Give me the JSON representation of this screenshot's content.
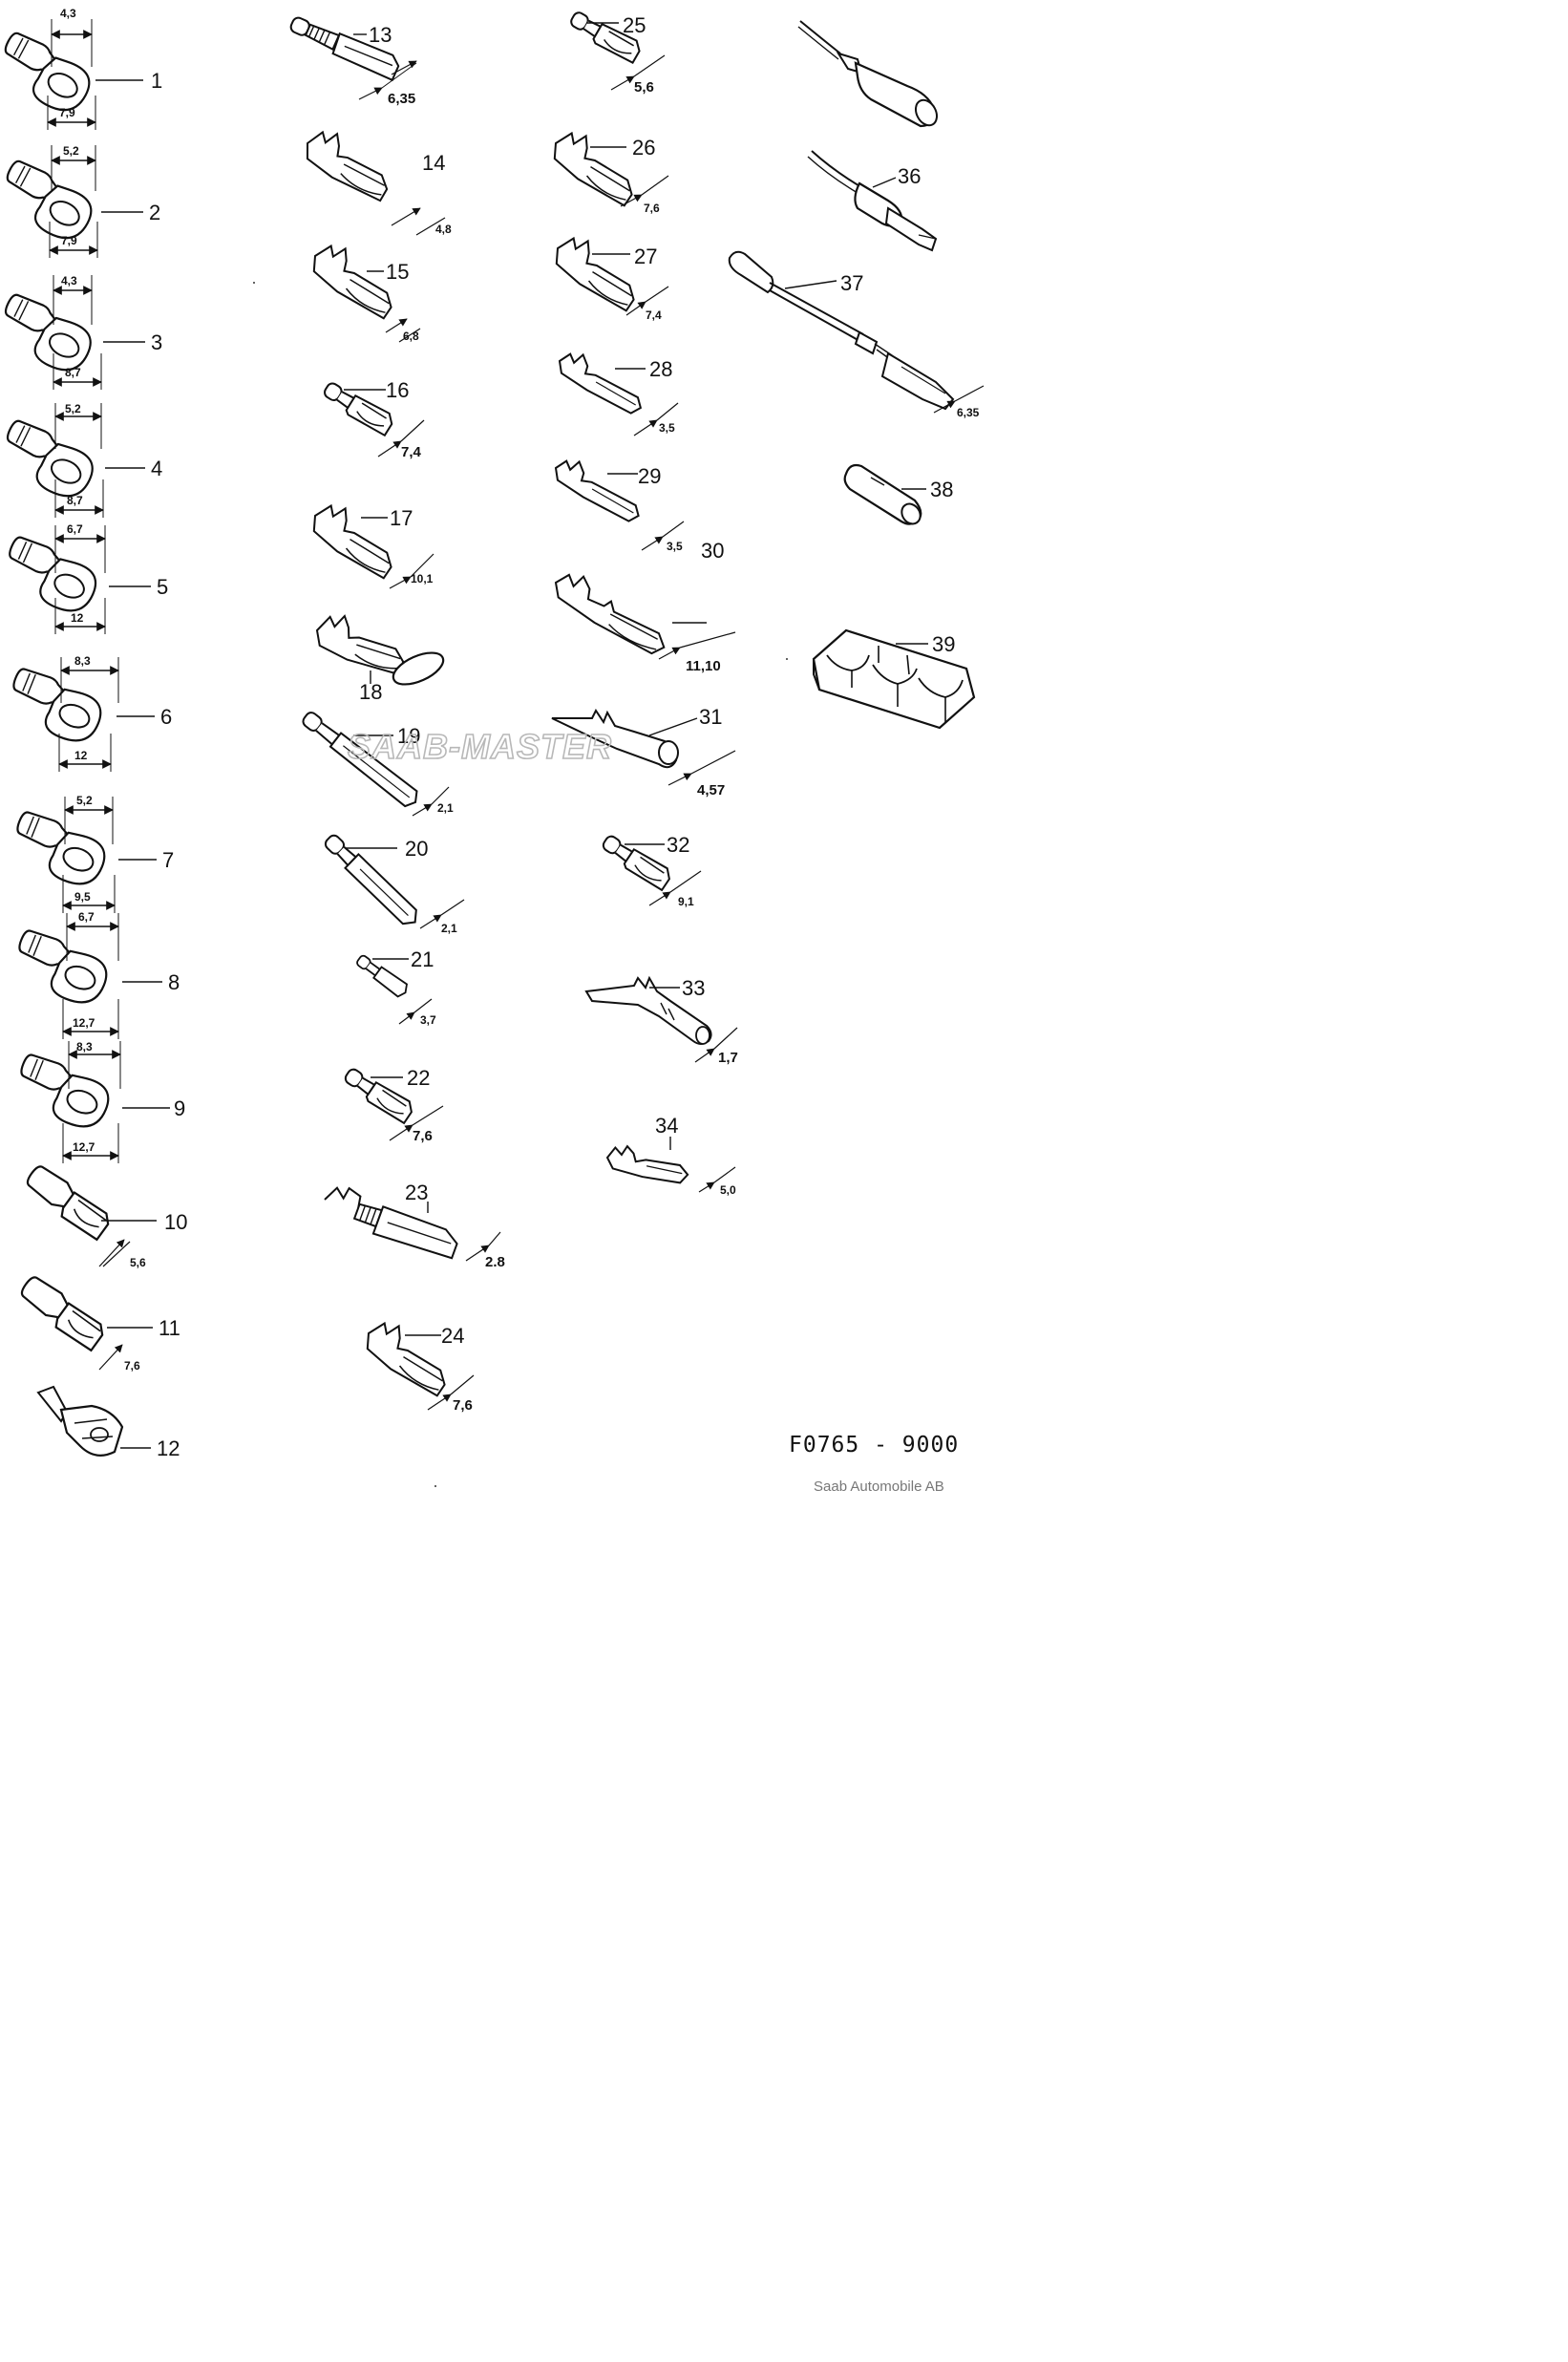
{
  "drawing_code": "F0765 - 9000",
  "credit": "Saab Automobile AB",
  "watermark": "SAAB-MASTER",
  "parts": [
    {
      "id": "1",
      "label": "1",
      "dims": [
        "4,3",
        "7,9"
      ]
    },
    {
      "id": "2",
      "label": "2",
      "dims": [
        "5,2",
        "7,9"
      ]
    },
    {
      "id": "3",
      "label": "3",
      "dims": [
        "4,3",
        "8,7"
      ]
    },
    {
      "id": "4",
      "label": "4",
      "dims": [
        "5,2",
        "8,7"
      ]
    },
    {
      "id": "5",
      "label": "5",
      "dims": [
        "6,7",
        "12"
      ]
    },
    {
      "id": "6",
      "label": "6",
      "dims": [
        "8,3",
        "12"
      ]
    },
    {
      "id": "7",
      "label": "7",
      "dims": [
        "5,2",
        "9,5"
      ]
    },
    {
      "id": "8",
      "label": "8",
      "dims": [
        "6,7",
        "12,7"
      ]
    },
    {
      "id": "9",
      "label": "9",
      "dims": [
        "8,3",
        "12,7"
      ]
    },
    {
      "id": "10",
      "label": "10",
      "dims": [
        "5,6"
      ]
    },
    {
      "id": "11",
      "label": "11",
      "dims": [
        "7,6"
      ]
    },
    {
      "id": "12",
      "label": "12",
      "dims": []
    },
    {
      "id": "13",
      "label": "13",
      "dims": [
        "6,35"
      ]
    },
    {
      "id": "14",
      "label": "14",
      "dims": [
        "4,8"
      ]
    },
    {
      "id": "15",
      "label": "15",
      "dims": [
        "6,8"
      ]
    },
    {
      "id": "16",
      "label": "16",
      "dims": [
        "7,4"
      ]
    },
    {
      "id": "17",
      "label": "17",
      "dims": [
        "10,1"
      ]
    },
    {
      "id": "18",
      "label": "18",
      "dims": []
    },
    {
      "id": "19",
      "label": "19",
      "dims": [
        "2,1"
      ]
    },
    {
      "id": "20",
      "label": "20",
      "dims": [
        "2,1"
      ]
    },
    {
      "id": "21",
      "label": "21",
      "dims": [
        "3,7"
      ]
    },
    {
      "id": "22",
      "label": "22",
      "dims": [
        "7,6"
      ]
    },
    {
      "id": "23",
      "label": "23",
      "dims": [
        "2.8"
      ]
    },
    {
      "id": "24",
      "label": "24",
      "dims": [
        "7,6"
      ]
    },
    {
      "id": "25",
      "label": "25",
      "dims": [
        "5,6"
      ]
    },
    {
      "id": "26",
      "label": "26",
      "dims": [
        "7,6"
      ]
    },
    {
      "id": "27",
      "label": "27",
      "dims": [
        "7,4"
      ]
    },
    {
      "id": "28",
      "label": "28",
      "dims": [
        "3,5"
      ]
    },
    {
      "id": "29",
      "label": "29",
      "dims": [
        "3,5"
      ]
    },
    {
      "id": "30",
      "label": "30",
      "dims": [
        "11,10"
      ]
    },
    {
      "id": "31",
      "label": "31",
      "dims": [
        "4,57"
      ]
    },
    {
      "id": "32",
      "label": "32",
      "dims": [
        "9,1"
      ]
    },
    {
      "id": "33",
      "label": "33",
      "dims": [
        "1,7"
      ]
    },
    {
      "id": "34",
      "label": "34",
      "dims": [
        "5,0"
      ]
    },
    {
      "id": "36",
      "label": "36",
      "dims": []
    },
    {
      "id": "37",
      "label": "37",
      "dims": [
        "6,35"
      ]
    },
    {
      "id": "38",
      "label": "38",
      "dims": []
    },
    {
      "id": "39",
      "label": "39",
      "dims": []
    }
  ]
}
